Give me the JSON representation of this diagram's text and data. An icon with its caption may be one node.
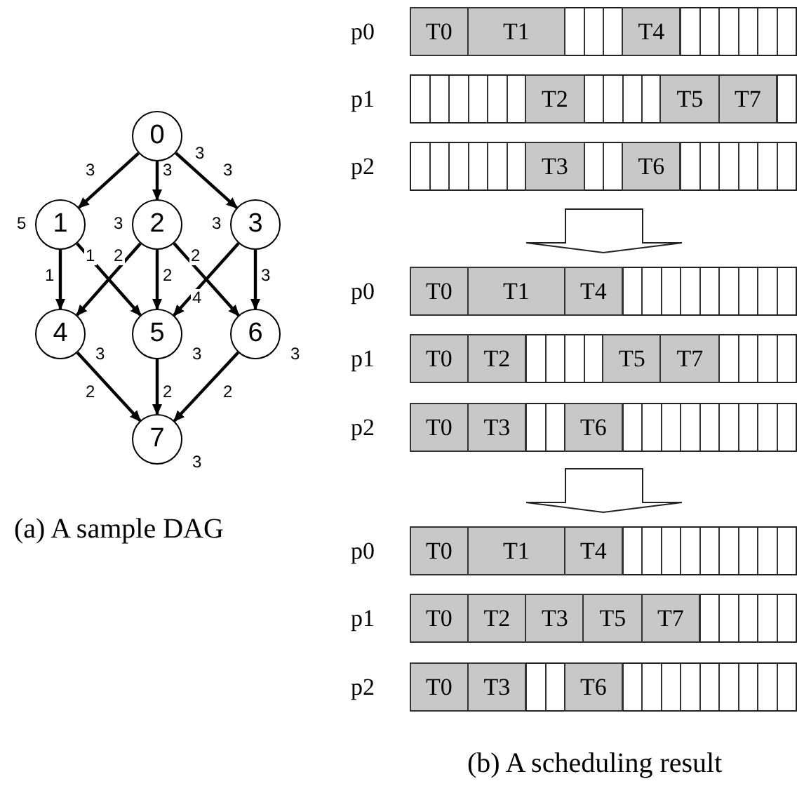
{
  "diagram": {
    "nodes": [
      {
        "text": [
          "0"
        ],
        "beside": [
          "3"
        ]
      },
      {
        "text": [
          "1"
        ],
        "beside": [
          "5"
        ]
      },
      {
        "text": [
          "2"
        ],
        "beside": [
          "3"
        ]
      },
      {
        "text": [
          "3"
        ],
        "beside": [
          "3"
        ]
      },
      {
        "text": [
          "4"
        ],
        "beside": [
          "3"
        ]
      },
      {
        "text": [
          "5"
        ],
        "beside": [
          "3"
        ]
      },
      {
        "text": [
          "6"
        ],
        "beside": [
          "3"
        ]
      },
      {
        "text": [
          "7"
        ],
        "beside": [
          "3"
        ]
      },
      {
        "text": [],
        "shape": "box"
      },
      {
        "text": [
          "p0"
        ],
        "in": 8
      },
      {
        "text": [
          "T0"
        ],
        "in": 9
      },
      {
        "text": [
          "T1"
        ],
        "in": 9
      },
      {
        "text": [
          "T4"
        ],
        "in": 9
      },
      {
        "text": [
          "p1"
        ],
        "in": 8
      },
      {
        "text": [
          "T2"
        ],
        "in": 13
      },
      {
        "text": [
          "T5"
        ],
        "in": 13
      },
      {
        "text": [
          "T7"
        ],
        "in": 13
      },
      {
        "text": [
          "p2"
        ],
        "in": 8
      },
      {
        "text": [
          "T3"
        ],
        "in": 17
      },
      {
        "text": [
          "T6"
        ],
        "in": 17
      },
      {
        "text": [],
        "shape": "box"
      },
      {
        "text": [
          "p0"
        ],
        "in": 20
      },
      {
        "text": [
          "T0"
        ],
        "in": 21
      },
      {
        "text": [
          "T1"
        ],
        "in": 21
      },
      {
        "text": [
          "T4"
        ],
        "in": 21
      },
      {
        "text": [
          "p1"
        ],
        "in": 20
      },
      {
        "text": [
          "T0"
        ],
        "in": 25
      },
      {
        "text": [
          "T2"
        ],
        "in": 25
      },
      {
        "text": [
          "T5"
        ],
        "in": 25
      },
      {
        "text": [
          "T7"
        ],
        "in": 25
      },
      {
        "text": [
          "p2"
        ],
        "in": 20
      },
      {
        "text": [
          "T0"
        ],
        "in": 30
      },
      {
        "text": [
          "T3"
        ],
        "in": 30
      },
      {
        "text": [
          "T6"
        ],
        "in": 30
      },
      {
        "text": [],
        "shape": "box"
      },
      {
        "text": [
          "p0"
        ],
        "in": 34
      },
      {
        "text": [
          "T0"
        ],
        "in": 35
      },
      {
        "text": [
          "T1"
        ],
        "in": 35
      },
      {
        "text": [
          "T4"
        ],
        "in": 35
      },
      {
        "text": [
          "p1"
        ],
        "in": 34
      },
      {
        "text": [
          "T0"
        ],
        "in": 39
      },
      {
        "text": [
          "T2"
        ],
        "in": 39
      },
      {
        "text": [
          "T3"
        ],
        "in": 39
      },
      {
        "text": [
          "T5"
        ],
        "in": 39
      },
      {
        "text": [
          "T7"
        ],
        "in": 39
      },
      {
        "text": [
          "p2"
        ],
        "in": 34
      },
      {
        "text": [
          "T0"
        ],
        "in": 45
      },
      {
        "text": [
          "T3"
        ],
        "in": 45
      },
      {
        "text": [
          "T6"
        ],
        "in": 45
      }
    ],
    "edges": [
      {
        "from": 0,
        "to": 1,
        "arrow": "to",
        "label": "3"
      },
      {
        "from": 0,
        "to": 2,
        "arrow": "to",
        "label": "3"
      },
      {
        "from": 0,
        "to": 3,
        "arrow": "to",
        "label": "3"
      },
      {
        "from": 1,
        "to": 4,
        "arrow": "to",
        "label": "1"
      },
      {
        "from": 1,
        "to": 5,
        "arrow": "to",
        "label": "1"
      },
      {
        "from": 2,
        "to": 4,
        "arrow": "to",
        "label": "2"
      },
      {
        "from": 2,
        "to": 5,
        "arrow": "to",
        "label": "2"
      },
      {
        "from": 2,
        "to": 6,
        "arrow": "to",
        "label": "2"
      },
      {
        "from": 3,
        "to": 5,
        "arrow": "to",
        "label": "4"
      },
      {
        "from": 3,
        "to": 6,
        "arrow": "to",
        "label": "3"
      },
      {
        "from": 4,
        "to": 7,
        "arrow": "to",
        "label": "2"
      },
      {
        "from": 5,
        "to": 7,
        "arrow": "to",
        "label": "2"
      },
      {
        "from": 6,
        "to": 7,
        "arrow": "to",
        "label": "2"
      },
      {
        "from": 8,
        "to": 20,
        "arrow": "to"
      },
      {
        "from": 20,
        "to": 34,
        "arrow": "to"
      }
    ],
    "labels": [
      "(a) A sample DAG",
      "(b) A scheduling result"
    ]
  }
}
